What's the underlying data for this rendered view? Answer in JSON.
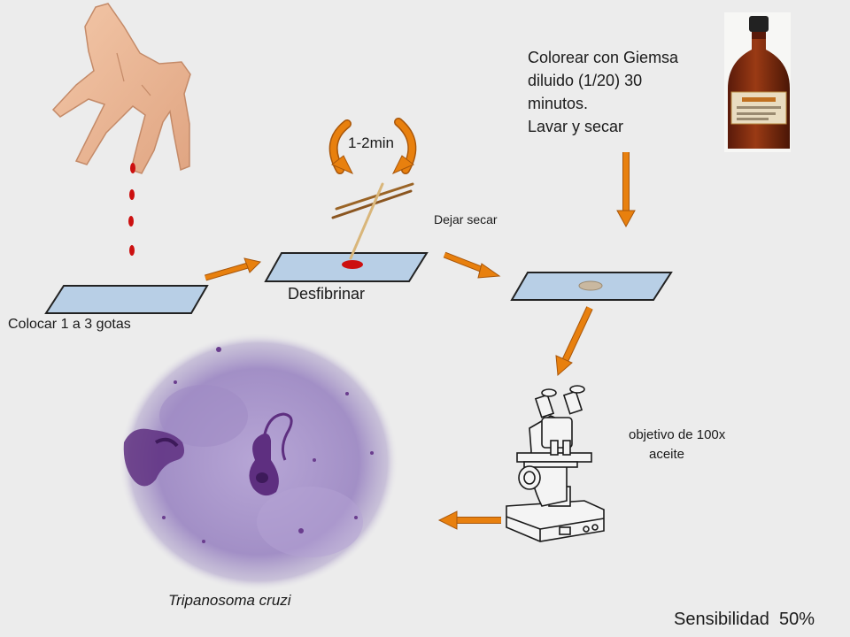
{
  "labels": {
    "colocar": "Colocar 1 a 3 gotas",
    "desfibrinar": "Desfibrinar",
    "minutes": "1-2min",
    "dejar_secar": "Dejar secar",
    "giemsa_lines": [
      "Colorear con Giemsa",
      "diluido (1/20) 30",
      "minutos.",
      "Lavar y secar"
    ],
    "objetivo_lines": [
      "objetivo de 100x",
      "aceite"
    ],
    "organism": "Tripanosoma cruzi",
    "sensibilidad": "Sensibilidad  50%"
  },
  "icons": {
    "hand": "hand-icon",
    "bottle": "giemsa-bottle-icon",
    "microscope": "microscope-icon",
    "micrograph": "trypanosome-micrograph",
    "toothpicks": "toothpick-icon"
  },
  "colors": {
    "arrow": "#e8800e",
    "arrow_edge": "#a8560a",
    "slide": "#b8cfe6",
    "blood": "#cc1010",
    "micro_bg": "#a690c6",
    "stain": "#5e2f80"
  }
}
